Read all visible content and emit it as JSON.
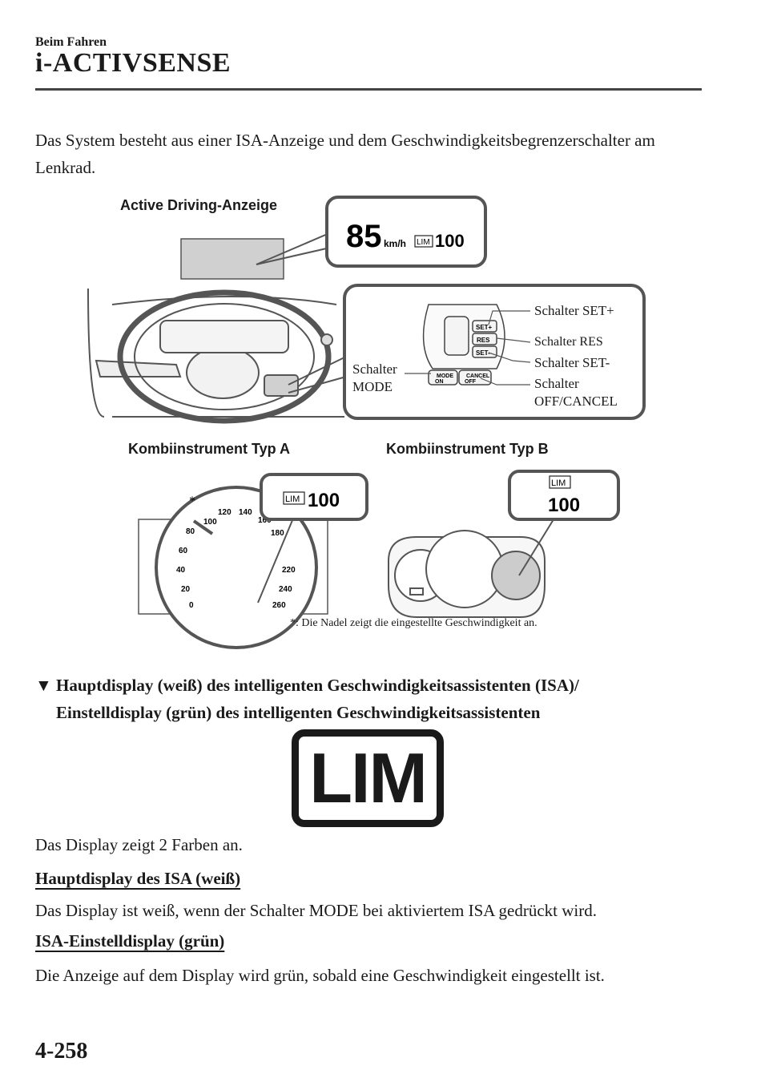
{
  "header": {
    "section": "Beim Fahren",
    "chapter": "i-ACTIVSENSE"
  },
  "intro": "Das System besteht aus einer ISA-Anzeige und dem Geschwindigkeitsbegrenzerschalter am Lenkrad.",
  "figure": {
    "active_driving_label": "Active Driving-Anzeige",
    "hud_speed": "85",
    "hud_unit": "km/h",
    "hud_lim": "LIM",
    "hud_limit": "100",
    "switch_set_plus": "Schalter SET+",
    "switch_res": "Schalter RES",
    "switch_set_minus": "Schalter SET-",
    "switch_off_cancel_1": "Schalter",
    "switch_off_cancel_2": "OFF/CANCEL",
    "switch_mode_1": "Schalter",
    "switch_mode_2": "MODE",
    "btn_set_plus": "SET+",
    "btn_res": "RES",
    "btn_set_minus": "SET-",
    "btn_mode": "MODE",
    "btn_on": "ON",
    "btn_cancel": "CANCEL",
    "btn_off": "OFF",
    "cluster_a_label": "Kombiinstrument Typ A",
    "cluster_b_label": "Kombiinstrument Typ B",
    "cluster_a_lim": "LIM",
    "cluster_a_limit": "100",
    "cluster_b_lim": "LIM",
    "cluster_b_limit": "100",
    "asterisk": "*",
    "speedo_ticks": [
      "0",
      "20",
      "40",
      "60",
      "80",
      "100",
      "120",
      "140",
      "160",
      "180",
      "220",
      "240",
      "260"
    ],
    "footnote": "*: Die Nadel zeigt die eingestellte Geschwindigkeit an."
  },
  "heading_line1": "Hauptdisplay (weiß) des intelligenten Geschwindigkeitsassistenten (ISA)/",
  "heading_line2": "Einstelldisplay (grün) des intelligenten Geschwindigkeitsassistenten",
  "lim_symbol": "LIM",
  "para1": "Das Display zeigt 2 Farben an.",
  "sub1": "Hauptdisplay des ISA (weiß)",
  "para2": "Das Display ist weiß, wenn der Schalter MODE bei aktiviertem ISA gedrückt wird.",
  "sub2": "ISA-Einstelldisplay (grün)",
  "para3": "Die Anzeige auf dem Display wird grün, sobald eine Geschwindigkeit eingestellt ist.",
  "page_number": "4-258"
}
